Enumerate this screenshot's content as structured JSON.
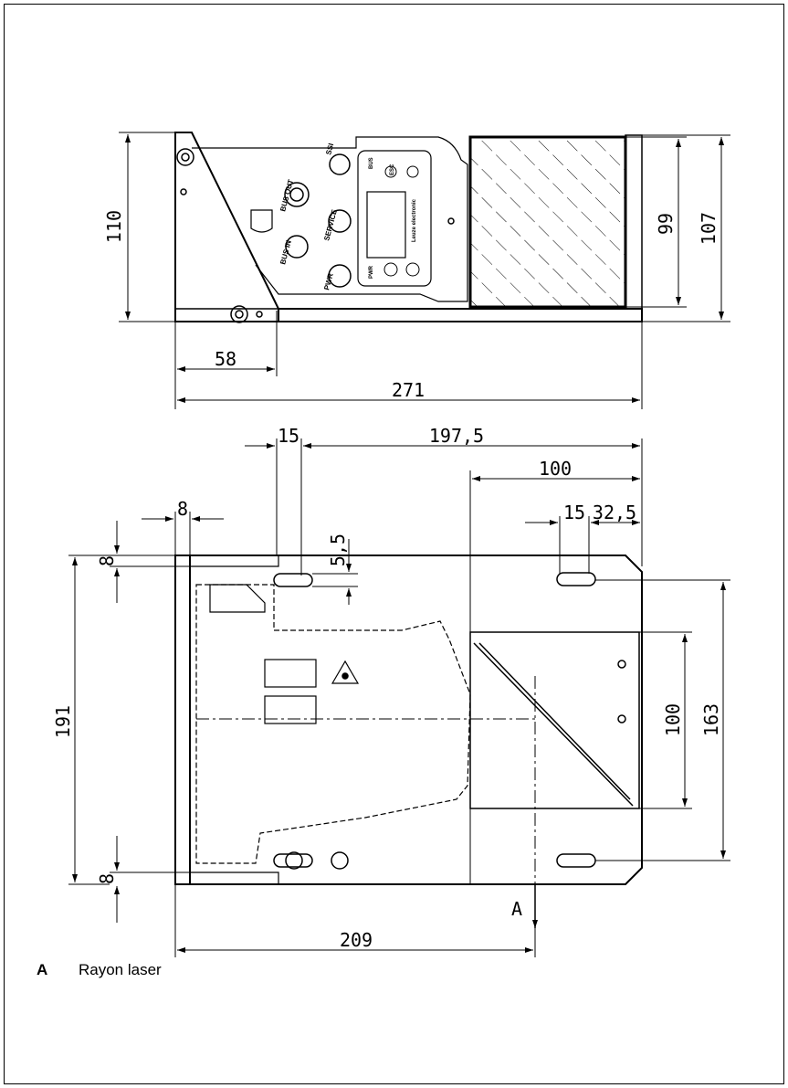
{
  "top_view": {
    "dims": {
      "height_110": "110",
      "width_58": "58",
      "width_271": "271",
      "height_99": "99",
      "height_107": "107"
    },
    "connector_labels": {
      "bus_out": "BUS OUT",
      "ssi": "SSI",
      "bus_in": "BUS IN",
      "service": "SERVICE",
      "pwr": "PWR",
      "pwr_small": "PWR",
      "bus_small": "BUS",
      "esc": "ESC",
      "brand": "Leuze electronic"
    }
  },
  "front_view": {
    "dims": {
      "w_15_top": "15",
      "w_197_5": "197,5",
      "w_100_top": "100",
      "w_8": "8",
      "h_5_5": "5,5",
      "w_15_right": "15",
      "w_32_5": "32,5",
      "h_8_top": "8",
      "h_191": "191",
      "h_100": "100",
      "h_163": "163",
      "h_8_bottom": "8",
      "w_209": "209",
      "beam_marker": "A"
    }
  },
  "legend": {
    "key": "A",
    "text": "Rayon laser"
  }
}
